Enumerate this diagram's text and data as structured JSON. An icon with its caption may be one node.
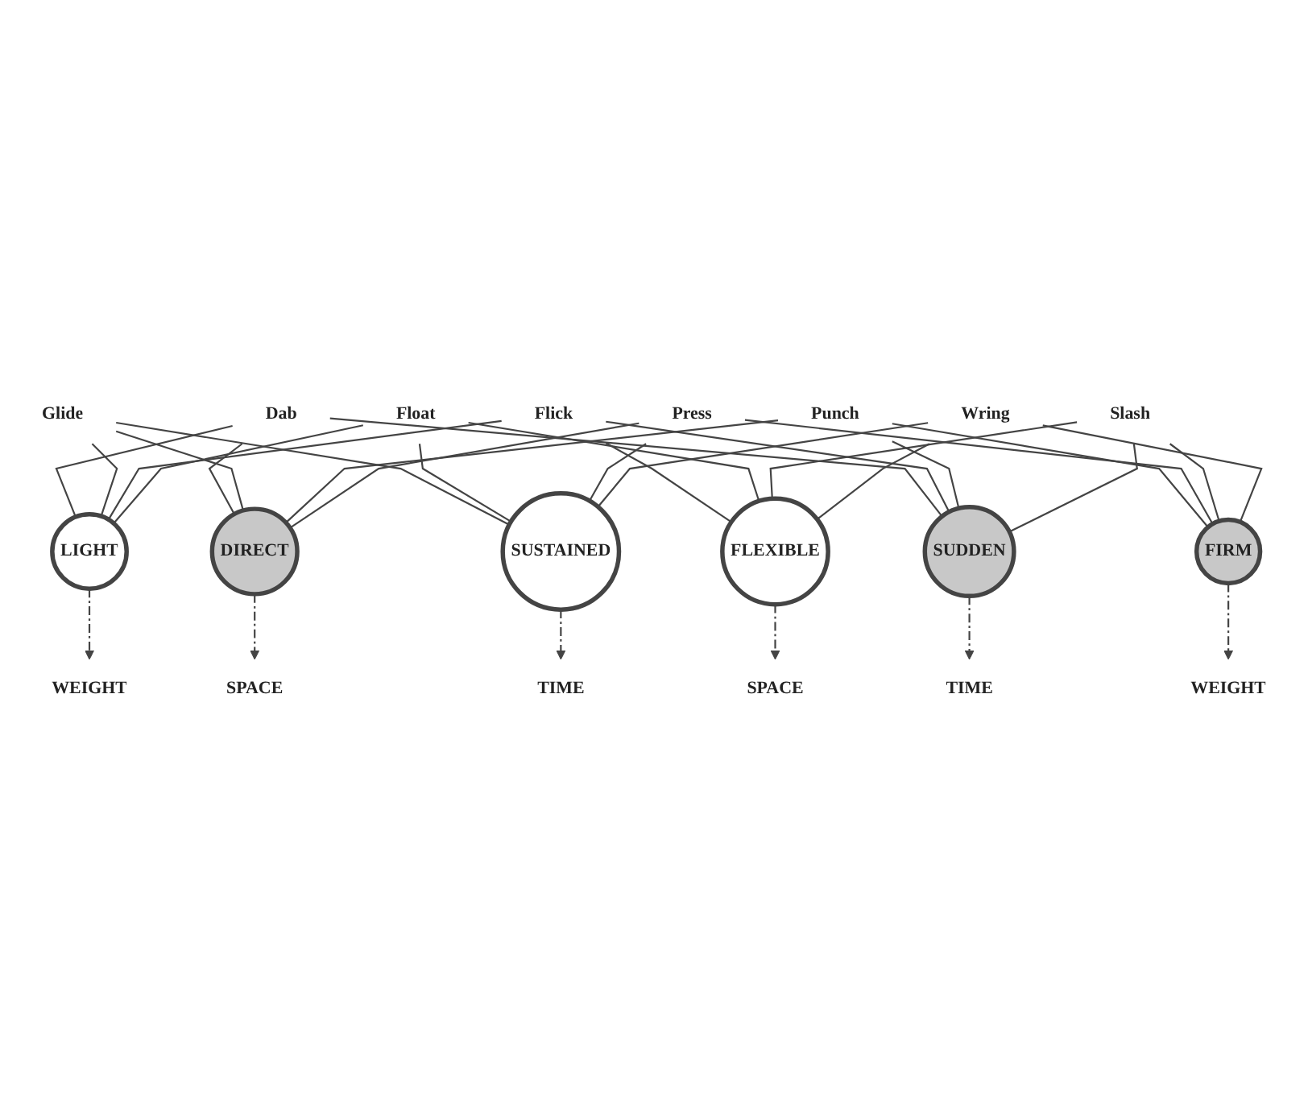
{
  "diagram": {
    "nodes": [
      {
        "text": [
          "WEIGHT"
        ]
      },
      {
        "text": [
          "Glide"
        ]
      },
      {
        "text": [
          "Float"
        ]
      },
      {
        "text": [
          "Flick"
        ]
      },
      {
        "text": [
          "Dab"
        ]
      },
      {
        "text": [
          "LIGHT"
        ]
      },
      {
        "text": [
          "TIME"
        ]
      },
      {
        "text": [
          "SUSTAINED"
        ]
      },
      {
        "text": [
          "SPACE"
        ]
      },
      {
        "text": [
          "DIRECT"
        ]
      },
      {
        "text": [
          "FLEXIBLE"
        ]
      },
      {
        "text": [
          "SPACE"
        ]
      },
      {
        "text": [
          "SUDDEN"
        ]
      },
      {
        "text": [
          "TIME"
        ]
      },
      {
        "text": [
          "FIRM"
        ]
      },
      {
        "text": [
          "Wring"
        ]
      },
      {
        "text": [
          "Slash"
        ]
      },
      {
        "text": [
          "Punch"
        ]
      },
      {
        "text": [
          "Press"
        ]
      },
      {
        "text": [
          "WEIGHT"
        ]
      }
    ],
    "edges": [
      {
        "from": 5,
        "to": 0,
        "arrow": "to",
        "style": "dashed"
      },
      {
        "from": 7,
        "to": 6,
        "arrow": "to",
        "style": "dashed"
      },
      {
        "from": 9,
        "to": 8,
        "arrow": "to",
        "style": "dashed"
      },
      {
        "from": 10,
        "to": 11,
        "arrow": "to",
        "style": "dashed"
      },
      {
        "from": 12,
        "to": 13,
        "arrow": "to",
        "style": "dashed"
      },
      {
        "from": 14,
        "to": 19,
        "arrow": "to",
        "style": "dashed"
      },
      {
        "from": 4,
        "to": 5,
        "arrow": "none"
      },
      {
        "from": 4,
        "to": 9,
        "arrow": "none"
      },
      {
        "from": 4,
        "to": 12,
        "arrow": "none"
      },
      {
        "from": 1,
        "to": 5,
        "arrow": "none"
      },
      {
        "from": 1,
        "to": 9,
        "arrow": "none"
      },
      {
        "from": 1,
        "to": 7,
        "arrow": "none"
      },
      {
        "from": 3,
        "to": 5,
        "arrow": "none"
      },
      {
        "from": 3,
        "to": 12,
        "arrow": "none"
      },
      {
        "from": 3,
        "to": 10,
        "arrow": "none"
      },
      {
        "from": 2,
        "to": 5,
        "arrow": "none"
      },
      {
        "from": 2,
        "to": 7,
        "arrow": "none"
      },
      {
        "from": 2,
        "to": 10,
        "arrow": "none"
      },
      {
        "from": 17,
        "to": 14,
        "arrow": "none"
      },
      {
        "from": 17,
        "to": 12,
        "arrow": "none"
      },
      {
        "from": 17,
        "to": 9,
        "arrow": "none"
      },
      {
        "from": 18,
        "to": 14,
        "arrow": "none"
      },
      {
        "from": 18,
        "to": 7,
        "arrow": "none"
      },
      {
        "from": 18,
        "to": 9,
        "arrow": "none"
      },
      {
        "from": 16,
        "to": 14,
        "arrow": "none"
      },
      {
        "from": 16,
        "to": 12,
        "arrow": "none"
      },
      {
        "from": 16,
        "to": 10,
        "arrow": "none"
      },
      {
        "from": 15,
        "to": 14,
        "arrow": "none"
      },
      {
        "from": 15,
        "to": 7,
        "arrow": "none"
      },
      {
        "from": 15,
        "to": 10,
        "arrow": "none"
      }
    ]
  }
}
